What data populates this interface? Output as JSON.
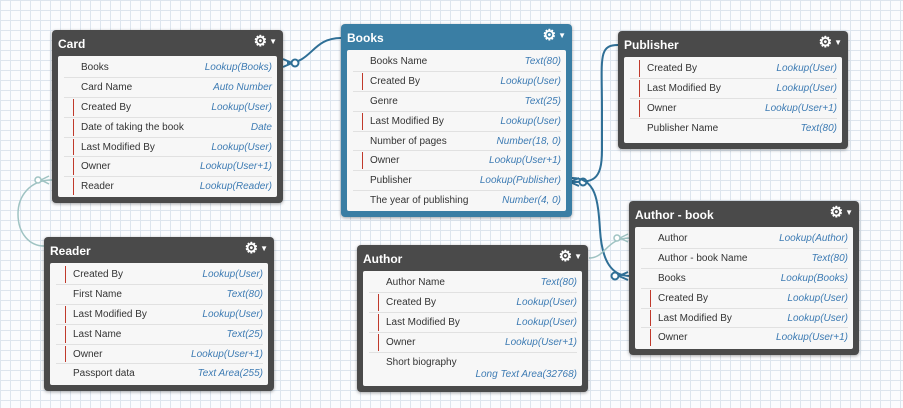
{
  "colors": {
    "header": "#4a4a4a",
    "selected_header": "#3a7ea4",
    "connector": "#2f6f96",
    "type_text": "#3d7bb3",
    "required_marker": "#c0392b"
  },
  "icons": {
    "settings": "gear-icon",
    "menu": "caret-down-icon"
  },
  "entities": {
    "card": {
      "title": "Card",
      "fields": [
        {
          "name": "Books",
          "type": "Lookup(Books)"
        },
        {
          "name": "Card Name",
          "type": "Auto Number"
        },
        {
          "name": "Created By",
          "type": "Lookup(User)"
        },
        {
          "name": "Date of taking the book",
          "type": "Date"
        },
        {
          "name": "Last Modified By",
          "type": "Lookup(User)"
        },
        {
          "name": "Owner",
          "type": "Lookup(User+1)"
        },
        {
          "name": "Reader",
          "type": "Lookup(Reader)"
        }
      ]
    },
    "books": {
      "title": "Books",
      "fields": [
        {
          "name": "Books Name",
          "type": "Text(80)"
        },
        {
          "name": "Created By",
          "type": "Lookup(User)"
        },
        {
          "name": "Genre",
          "type": "Text(25)"
        },
        {
          "name": "Last Modified By",
          "type": "Lookup(User)"
        },
        {
          "name": "Number of pages",
          "type": "Number(18, 0)"
        },
        {
          "name": "Owner",
          "type": "Lookup(User+1)"
        },
        {
          "name": "Publisher",
          "type": "Lookup(Publisher)"
        },
        {
          "name": "The year of publishing",
          "type": "Number(4, 0)"
        }
      ]
    },
    "publisher": {
      "title": "Publisher",
      "fields": [
        {
          "name": "Created By",
          "type": "Lookup(User)"
        },
        {
          "name": "Last Modified By",
          "type": "Lookup(User)"
        },
        {
          "name": "Owner",
          "type": "Lookup(User+1)"
        },
        {
          "name": "Publisher Name",
          "type": "Text(80)"
        }
      ]
    },
    "reader": {
      "title": "Reader",
      "fields": [
        {
          "name": "Created By",
          "type": "Lookup(User)"
        },
        {
          "name": "First Name",
          "type": "Text(80)"
        },
        {
          "name": "Last Modified By",
          "type": "Lookup(User)"
        },
        {
          "name": "Last Name",
          "type": "Text(25)"
        },
        {
          "name": "Owner",
          "type": "Lookup(User+1)"
        },
        {
          "name": "Passport data",
          "type": "Text Area(255)"
        }
      ]
    },
    "author": {
      "title": "Author",
      "fields": [
        {
          "name": "Author Name",
          "type": "Text(80)"
        },
        {
          "name": "Created By",
          "type": "Lookup(User)"
        },
        {
          "name": "Last Modified By",
          "type": "Lookup(User)"
        },
        {
          "name": "Owner",
          "type": "Lookup(User+1)"
        },
        {
          "name": "Short biography",
          "type": "Long Text Area(32768)"
        }
      ]
    },
    "author_book": {
      "title": "Author - book",
      "fields": [
        {
          "name": "Author",
          "type": "Lookup(Author)"
        },
        {
          "name": "Author - book Name",
          "type": "Text(80)"
        },
        {
          "name": "Books",
          "type": "Lookup(Books)"
        },
        {
          "name": "Created By",
          "type": "Lookup(User)"
        },
        {
          "name": "Last Modified By",
          "type": "Lookup(User)"
        },
        {
          "name": "Owner",
          "type": "Lookup(User+1)"
        }
      ]
    }
  }
}
